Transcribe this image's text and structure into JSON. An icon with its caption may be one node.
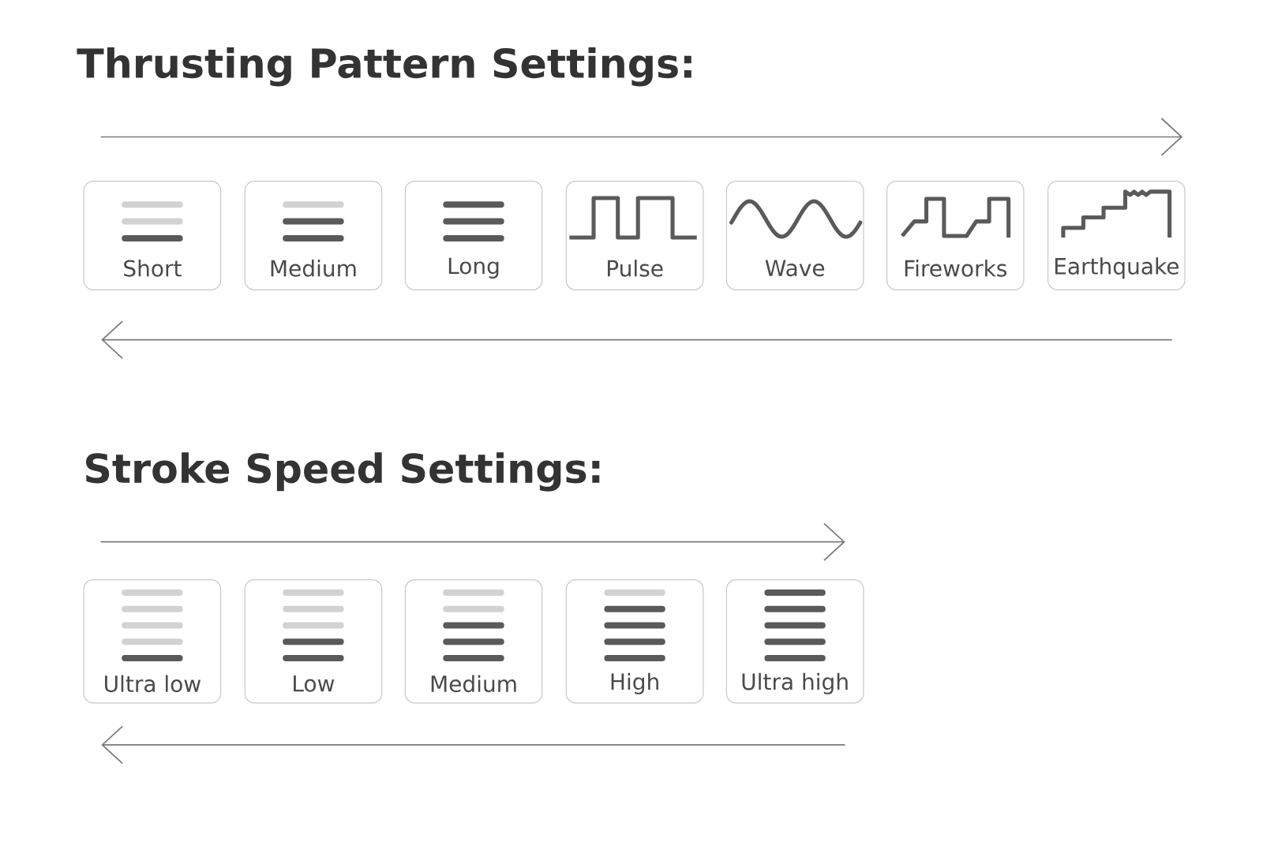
{
  "diagram": {
    "nodes": [
      {
        "text": [
          "Short"
        ]
      },
      {
        "text": [
          "Medium"
        ]
      },
      {
        "text": [
          "Long"
        ]
      },
      {
        "text": [
          "Pulse"
        ]
      },
      {
        "text": [
          "Wave"
        ]
      },
      {
        "text": [
          "Fireworks"
        ]
      },
      {
        "text": [
          "Earthquake"
        ]
      },
      {
        "text": [
          "Ultra low"
        ]
      },
      {
        "text": [
          "Low"
        ]
      },
      {
        "text": [
          "Medium"
        ]
      },
      {
        "text": [
          "High"
        ]
      },
      {
        "text": [
          "Ultra high"
        ]
      }
    ],
    "labels": [
      "Thrusting Pattern Settings:",
      "Stroke Speed Settings:"
    ]
  }
}
